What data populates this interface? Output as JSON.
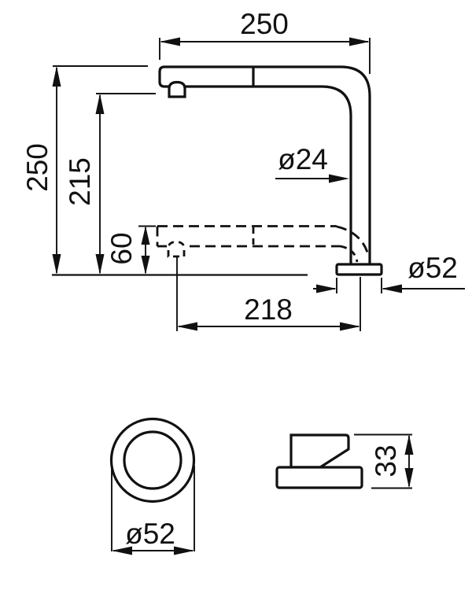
{
  "drawing": {
    "background": "#ffffff",
    "ink": "#111111",
    "labels": {
      "top_width": "250",
      "total_height": "250",
      "spout_height": "215",
      "pullout_drop": "60",
      "pipe_diameter": "ø24",
      "base_diameter": "ø52",
      "spout_reach": "218",
      "base_top_view_diameter": "ø52",
      "base_profile_height": "33"
    }
  }
}
